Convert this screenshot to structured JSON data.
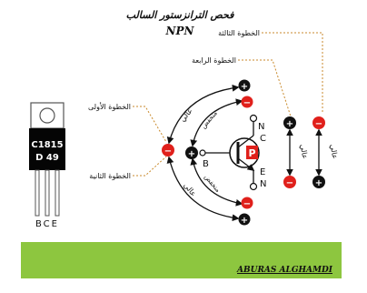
{
  "title": {
    "line1": "فحص الترانزستور السالب",
    "line2": "NPN"
  },
  "package": {
    "marking_line1": "C1815",
    "marking_line2": "D 49",
    "pins": "BCE"
  },
  "steps": {
    "first": "الخطوة الأولى",
    "second": "الخطوة الثانية",
    "third": "الخطوة الثالثة",
    "fourth": "الخطوة الرابعة"
  },
  "readings": {
    "high": "عالي",
    "low": "منخفض"
  },
  "transistor": {
    "collector": "C",
    "base": "B",
    "emitter": "E",
    "type_letter": "N",
    "center_letter": "P"
  },
  "probes": {
    "plus": "+",
    "minus": "−"
  },
  "footer": {
    "author": "ABURAS ALGHAMDI"
  },
  "colors": {
    "probe_red": "#e0201b",
    "probe_black": "#111111",
    "leader": "#c98a2c",
    "footer": "#8dc63f"
  }
}
